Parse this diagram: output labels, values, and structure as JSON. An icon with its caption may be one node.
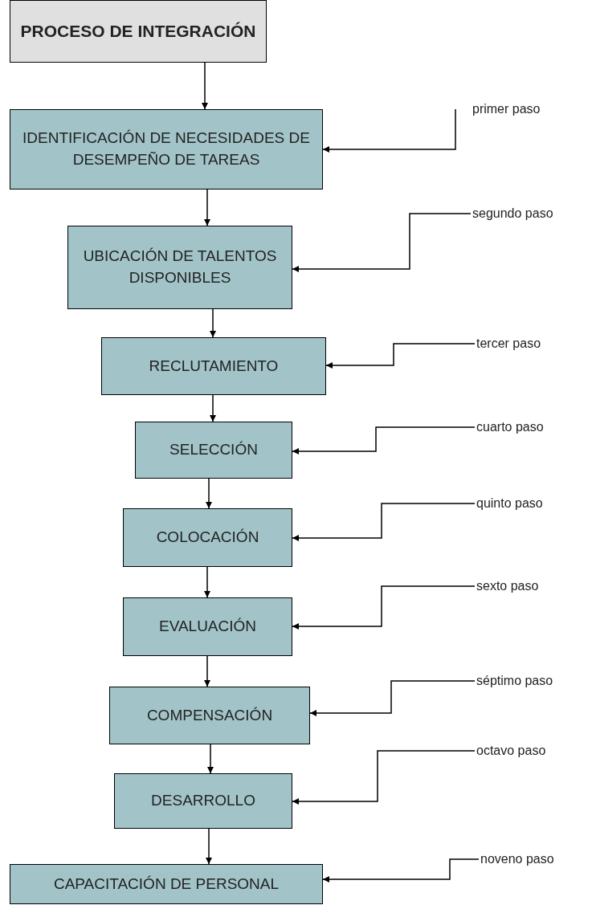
{
  "diagram": {
    "nodes": [
      {
        "text": [
          "PROCESO DE INTEGRACIÓN"
        ]
      },
      {
        "text": [
          "IDENTIFICACIÓN DE NECESIDADES DE DESEMPEÑO DE TAREAS"
        ]
      },
      {
        "text": [
          "UBICACIÓN DE TALENTOS DISPONIBLES"
        ]
      },
      {
        "text": [
          "RECLUTAMIENTO"
        ]
      },
      {
        "text": [
          "SELECCIÓN"
        ]
      },
      {
        "text": [
          "COLOCACIÓN"
        ]
      },
      {
        "text": [
          "EVALUACIÓN"
        ]
      },
      {
        "text": [
          "COMPENSACIÓN"
        ]
      },
      {
        "text": [
          "DESARROLLO"
        ]
      },
      {
        "text": [
          "CAPACITACIÓN DE PERSONAL"
        ]
      },
      {
        "text": [
          "primer paso"
        ]
      },
      {
        "text": [
          "segundo paso"
        ]
      },
      {
        "text": [
          "tercer paso"
        ]
      },
      {
        "text": [
          "cuarto paso"
        ]
      },
      {
        "text": [
          "quinto paso"
        ]
      },
      {
        "text": [
          "sexto paso"
        ]
      },
      {
        "text": [
          "séptimo paso"
        ]
      },
      {
        "text": [
          "octavo paso"
        ]
      },
      {
        "text": [
          "noveno paso"
        ]
      }
    ],
    "edges": [
      {
        "from": 0,
        "to": 1,
        "arrow": "to"
      },
      {
        "from": 1,
        "to": 2,
        "arrow": "to"
      },
      {
        "from": 2,
        "to": 3,
        "arrow": "to"
      },
      {
        "from": 3,
        "to": 4,
        "arrow": "to"
      },
      {
        "from": 4,
        "to": 5,
        "arrow": "to"
      },
      {
        "from": 5,
        "to": 6,
        "arrow": "to"
      },
      {
        "from": 6,
        "to": 7,
        "arrow": "to"
      },
      {
        "from": 7,
        "to": 8,
        "arrow": "to"
      },
      {
        "from": 8,
        "to": 9,
        "arrow": "to"
      },
      {
        "from": 10,
        "to": 1,
        "arrow": "to"
      },
      {
        "from": 11,
        "to": 2,
        "arrow": "to"
      },
      {
        "from": 12,
        "to": 3,
        "arrow": "to"
      },
      {
        "from": 13,
        "to": 4,
        "arrow": "to"
      },
      {
        "from": 14,
        "to": 5,
        "arrow": "to"
      },
      {
        "from": 15,
        "to": 6,
        "arrow": "to"
      },
      {
        "from": 16,
        "to": 7,
        "arrow": "to"
      },
      {
        "from": 17,
        "to": 8,
        "arrow": "to"
      },
      {
        "from": 18,
        "to": 9,
        "arrow": "to"
      }
    ]
  }
}
